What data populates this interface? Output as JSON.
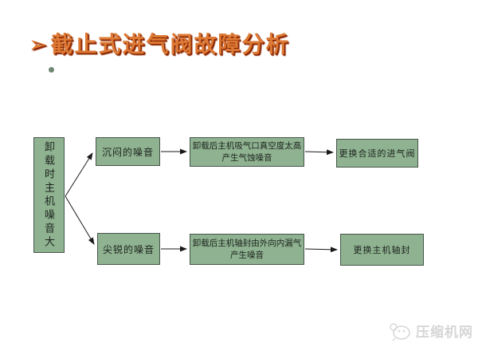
{
  "slide": {
    "title_bullet": "➢",
    "title": "截止式进气阀故障分析"
  },
  "flowchart": {
    "root_label": "卸载时主机噪音大",
    "branch1": {
      "symptom": "沉闷的噪音",
      "cause": "卸载后主机吸气口真空度太高产生气蚀噪音",
      "solution": "更换合适的进气阀"
    },
    "branch2": {
      "symptom": "尖锐的噪音",
      "cause": "卸载后主机轴封由外向内漏气产生噪音",
      "solution": "更换主机轴封"
    }
  },
  "watermark": {
    "text": "压缩机网"
  },
  "colors": {
    "box_fill": "#8fb291",
    "box_border": "#46564a",
    "title_color": "#dd7a35",
    "title_shadow": "#8b2500",
    "watermark_color": "#d6d6d6"
  }
}
